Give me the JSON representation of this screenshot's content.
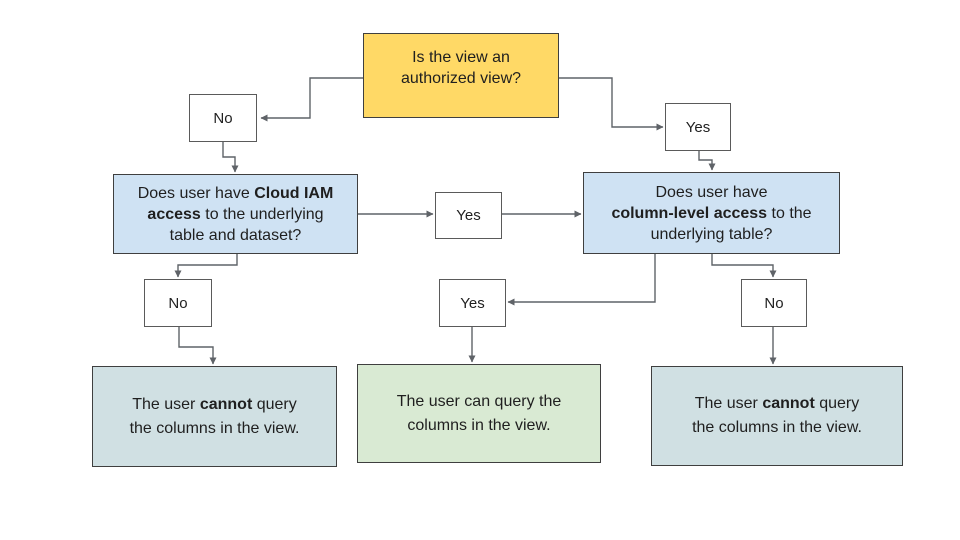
{
  "colors": {
    "decision_fill": "#FFD966",
    "question_fill": "#CFE2F3",
    "result_positive_fill": "#D9EAD3",
    "result_negative_fill": "#D0E0E3",
    "box_border": "#3F3F3F",
    "small_box_border": "#5A5A5A",
    "connector": "#5F6368",
    "text": "#1F1F1F"
  },
  "flowchart": {
    "nodes": {
      "q_authorized": {
        "segments": [
          {
            "text": "Is the view an",
            "bold": false,
            "break_after": true
          },
          {
            "text": "authorized view?",
            "bold": false
          }
        ]
      },
      "no_top": {
        "label": "No"
      },
      "yes_top": {
        "label": "Yes"
      },
      "q_cloud_iam": {
        "segments": [
          {
            "text": "Does user have ",
            "bold": false
          },
          {
            "text": "Cloud IAM",
            "bold": true,
            "break_after": true
          },
          {
            "text": "access",
            "bold": true
          },
          {
            "text": " to the underlying",
            "bold": false,
            "break_after": true
          },
          {
            "text": "table and dataset?",
            "bold": false
          }
        ]
      },
      "yes_mid": {
        "label": "Yes"
      },
      "q_column_level": {
        "segments": [
          {
            "text": "Does user have",
            "bold": false,
            "break_after": true
          },
          {
            "text": "column-level access",
            "bold": true
          },
          {
            "text": " to the",
            "bold": false,
            "break_after": true
          },
          {
            "text": "underlying table?",
            "bold": false
          }
        ]
      },
      "no_left": {
        "label": "No"
      },
      "yes_bottom": {
        "label": "Yes"
      },
      "no_right": {
        "label": "No"
      },
      "result_left": {
        "segments": [
          {
            "text": "The user ",
            "bold": false
          },
          {
            "text": "cannot",
            "bold": true
          },
          {
            "text": " query",
            "bold": false,
            "break_after": true
          },
          {
            "text": "the columns in the view.",
            "bold": false
          }
        ]
      },
      "result_center": {
        "segments": [
          {
            "text": "The user can query the",
            "bold": false,
            "break_after": true
          },
          {
            "text": "columns in the view.",
            "bold": false
          }
        ]
      },
      "result_right": {
        "segments": [
          {
            "text": "The user ",
            "bold": false
          },
          {
            "text": "cannot",
            "bold": true
          },
          {
            "text": " query",
            "bold": false,
            "break_after": true
          },
          {
            "text": "the columns in the view.",
            "bold": false
          }
        ]
      }
    }
  }
}
